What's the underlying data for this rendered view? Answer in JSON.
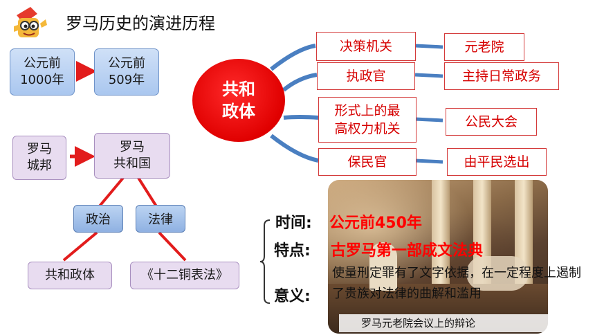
{
  "title": "罗马历史的演进历程",
  "timeline": {
    "from_line1": "公元前",
    "from_line2": "1000年",
    "to_line1": "公元前",
    "to_line2": "509年"
  },
  "evolution": {
    "from_line1": "罗马",
    "from_line2": "城邦",
    "to_line1": "罗马",
    "to_line2": "共和国"
  },
  "branches": {
    "politics": "政治",
    "law": "法律"
  },
  "outcomes": {
    "politics": "共和政体",
    "law": "《十二铜表法》"
  },
  "republic": {
    "line1": "共和",
    "line2": "政体"
  },
  "organs": [
    {
      "name": "决策机关",
      "role": "元老院"
    },
    {
      "name": "执政官",
      "role": "主持日常政务"
    },
    {
      "name_line1": "形式上的最",
      "name_line2": "高权力机关",
      "role": "公民大会"
    },
    {
      "name": "保民官",
      "role": "由平民选出"
    }
  ],
  "law_info": {
    "time_label": "时间:",
    "time_value": "公元前450年",
    "feature_label": "特点:",
    "feature_value": "古罗马第一部成文法典",
    "significance_label": "意义:",
    "significance_text": "使量刑定罪有了文字依据，在一定程度上遏制了贵族对法律的曲解和滥用"
  },
  "photo_caption": "罗马元老院会议上的辩论",
  "colors": {
    "accent_red": "#e00000",
    "arrow_red": "#e21c1c",
    "connector_blue": "#4a7fc1"
  }
}
